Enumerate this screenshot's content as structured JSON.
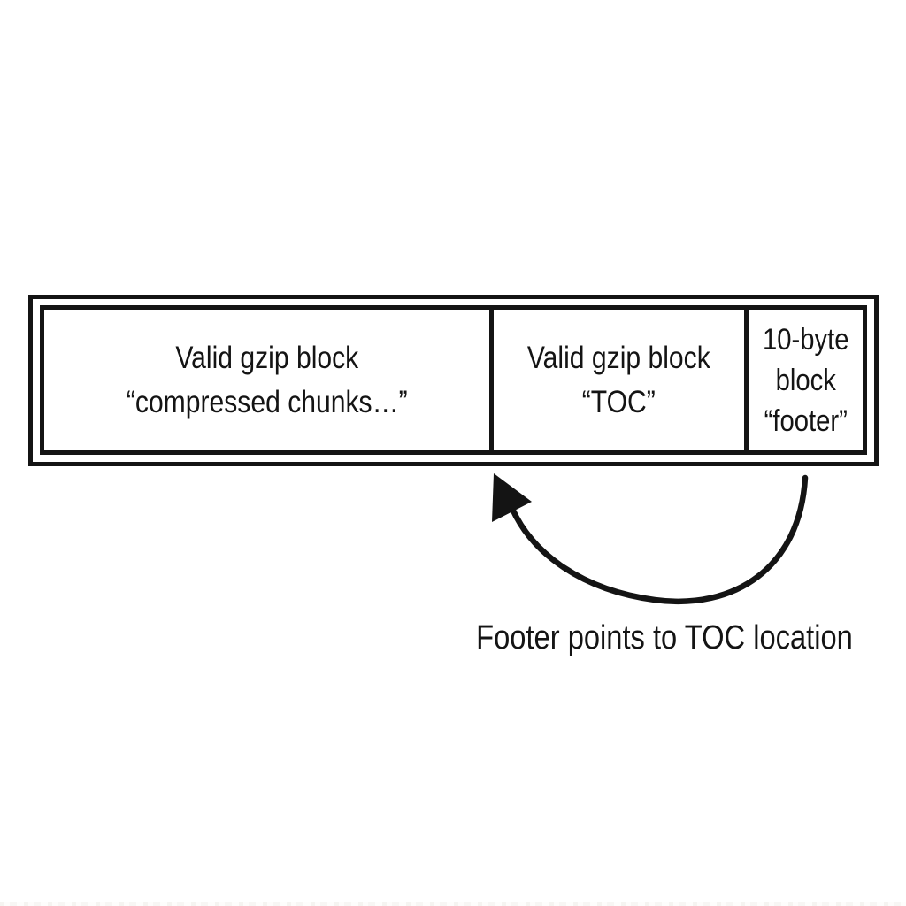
{
  "diagram": {
    "background": "#ffffff",
    "ink": "#141414",
    "file_box": {
      "blocks": [
        {
          "name": "compressed-chunks",
          "lines": [
            "Valid gzip block",
            "“compressed chunks…”"
          ]
        },
        {
          "name": "toc",
          "lines": [
            "Valid gzip block",
            "“TOC”"
          ]
        },
        {
          "name": "footer",
          "lines": [
            "10-byte",
            "block",
            "“footer”"
          ]
        }
      ]
    },
    "arrow": {
      "meaning": "footer-points-to-toc",
      "caption": "Footer points to TOC location"
    }
  }
}
